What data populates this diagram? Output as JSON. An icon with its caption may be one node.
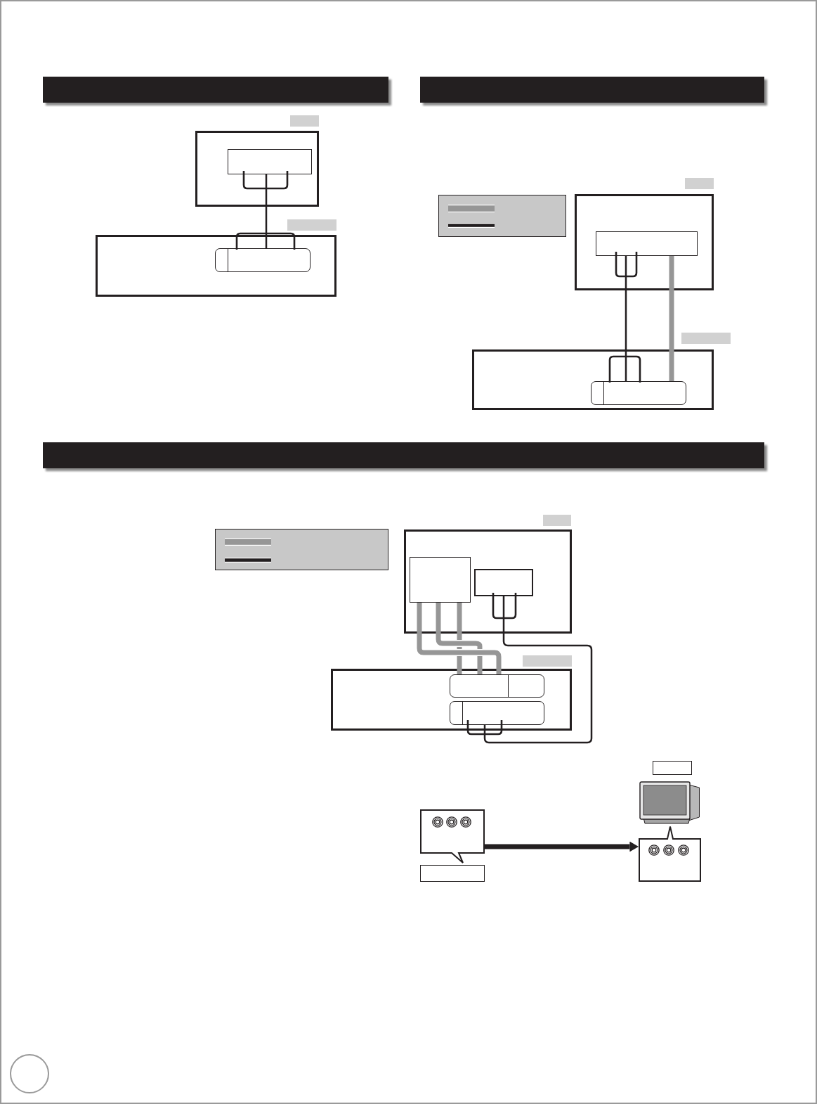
{
  "diagram": {
    "nodes": [
      {
        "text": [],
        "shape": "bar"
      },
      {
        "text": [],
        "shape": "box"
      },
      {
        "text": [],
        "shape": "box"
      },
      {
        "text": [],
        "shape": "box",
        "in": 2
      },
      {
        "text": [],
        "shape": "box"
      },
      {
        "text": [],
        "shape": "box"
      },
      {
        "text": [],
        "shape": "box",
        "in": 5
      },
      {
        "text": [],
        "shape": "bar"
      },
      {
        "text": [],
        "shape": "box"
      },
      {
        "text": [],
        "shape": "box"
      },
      {
        "text": [],
        "shape": "box"
      },
      {
        "text": [],
        "shape": "box",
        "in": 10
      },
      {
        "text": [],
        "shape": "box"
      },
      {
        "text": [],
        "shape": "box"
      },
      {
        "text": [],
        "shape": "box",
        "in": 13
      },
      {
        "text": [],
        "shape": "bar"
      },
      {
        "text": [],
        "shape": "box"
      },
      {
        "text": [],
        "shape": "box"
      },
      {
        "text": [],
        "shape": "box"
      },
      {
        "text": [],
        "shape": "box",
        "in": 18
      },
      {
        "text": [],
        "shape": "box",
        "in": 18
      },
      {
        "text": [],
        "shape": "box"
      },
      {
        "text": [],
        "shape": "box"
      },
      {
        "text": [],
        "shape": "box",
        "in": 22
      },
      {
        "text": [],
        "shape": "box",
        "in": 22
      },
      {
        "text": [],
        "shape": "box"
      },
      {
        "text": [],
        "shape": "picture"
      },
      {
        "text": [],
        "shape": "callout"
      },
      {
        "text": [],
        "shape": "box"
      },
      {
        "text": [],
        "shape": "callout"
      },
      {
        "text": [],
        "shape": "circle"
      }
    ],
    "edges": [
      {
        "from": 3,
        "to": 6,
        "arrow": "none"
      },
      {
        "from": 11,
        "to": 14,
        "arrow": "none"
      },
      {
        "from": 11,
        "to": 14,
        "arrow": "none",
        "color": "#969696"
      },
      {
        "from": 19,
        "to": 23,
        "arrow": "none",
        "color": "#969696"
      },
      {
        "from": 19,
        "to": 23,
        "arrow": "none",
        "color": "#969696"
      },
      {
        "from": 19,
        "to": 23,
        "arrow": "none",
        "color": "#969696"
      },
      {
        "from": 20,
        "to": 24,
        "arrow": "none"
      },
      {
        "from": 27,
        "to": 29,
        "arrow": "to"
      }
    ]
  }
}
